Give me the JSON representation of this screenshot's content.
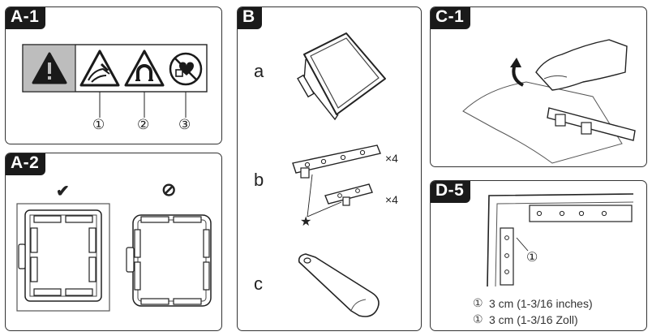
{
  "panels": {
    "a1": {
      "tag": "A-1",
      "callouts": [
        "①",
        "②",
        "③"
      ]
    },
    "a2": {
      "tag": "A-2",
      "ok_symbol": "✔",
      "no_symbol": "⊘"
    },
    "b": {
      "tag": "B",
      "items": [
        "a",
        "b",
        "c"
      ],
      "qty_1": "×4",
      "qty_2": "×4",
      "star": "★"
    },
    "c1": {
      "tag": "C-1"
    },
    "d5": {
      "tag": "D-5",
      "callout": "①",
      "notes": [
        {
          "num": "①",
          "text": "3 cm (1-3/16 inches)"
        },
        {
          "num": "①",
          "text": "3 cm (1-3/16 Zoll)"
        }
      ]
    }
  },
  "icons": [
    "warning-triangle-icon",
    "hand-pinch-hazard-icon",
    "magnet-warning-icon",
    "no-pacemaker-icon"
  ]
}
